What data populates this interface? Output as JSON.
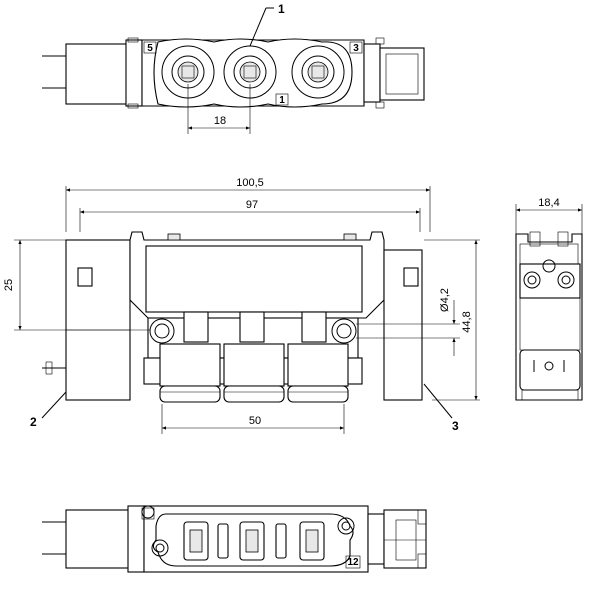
{
  "callouts": {
    "c1": "1",
    "c2": "2",
    "c3": "3"
  },
  "ports": {
    "p5": "5",
    "p3": "3",
    "p1": "1",
    "p12": "12"
  },
  "dimensions": {
    "top_pitch": "18",
    "overall_length": "100,5",
    "body_length": "97",
    "height_25": "25",
    "hole_diameter": "Ø4,2",
    "height_44_8": "44,8",
    "pitch_50": "50",
    "side_width": "18,4"
  }
}
